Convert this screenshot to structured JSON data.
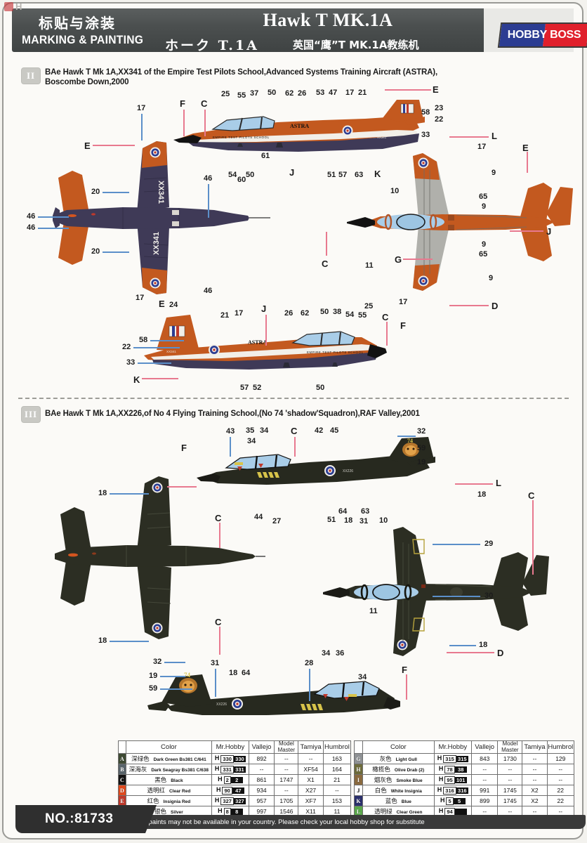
{
  "watermark": "HOBBY SEARCH",
  "header": {
    "cn_label": "标贴与涂装",
    "en_label": "MARKING & PAINTING",
    "title": "Hawk T MK.1A",
    "jp_title": "ホーク T.1A",
    "cn_title": "英国“鹰”T MK.1A教练机",
    "brand_left": "HOBBY",
    "brand_right": "BOSS"
  },
  "kit_number": "NO.:81733",
  "sections": [
    {
      "numeral": "II",
      "caption": "BAe Hawk T Mk 1A,XX341 of the Empire Test Pilots School,Advanced Systems Training Aircraft (ASTRA),\nBoscombe Down,2000",
      "markings": {
        "serial": "XX341",
        "nose_text": "EMPIRE TEST PILOTS SCHOOL",
        "fuselage_text": "ASTRA"
      },
      "callouts": [
        "17",
        "25",
        "55",
        "37",
        "50",
        "62",
        "26",
        "53",
        "47",
        "17",
        "21",
        "E",
        "58",
        "23",
        "22",
        "33",
        "F",
        "C",
        "61",
        "54",
        "60",
        "50",
        "J",
        "51",
        "57",
        "63",
        "K",
        "E",
        "20",
        "46",
        "46",
        "20",
        "46",
        "17",
        "E",
        "24",
        "L",
        "17",
        "E",
        "9",
        "10",
        "65",
        "9",
        "J",
        "C",
        "11",
        "G",
        "9",
        "65",
        "9",
        "D",
        "17",
        "21",
        "17",
        "J",
        "26",
        "62",
        "50",
        "38",
        "54",
        "55",
        "25",
        "C",
        "F",
        "58",
        "22",
        "33",
        "K",
        "57",
        "52",
        "50"
      ]
    },
    {
      "numeral": "III",
      "caption": "BAe Hawk T Mk 1A,XX226,of No 4 Flying Training School,(No 74 'shadow'Squadron),RAF Valley,2001",
      "markings": {
        "serial": "XX226",
        "tail_number": "74"
      },
      "callouts": [
        "43",
        "35",
        "34",
        "34",
        "C",
        "42",
        "45",
        "32",
        "59",
        "19",
        "F",
        "18",
        "44",
        "27",
        "51",
        "64",
        "18",
        "63",
        "31",
        "10",
        "L",
        "18",
        "C",
        "29",
        "30",
        "11",
        "18",
        "D",
        "18",
        "32",
        "19",
        "59",
        "31",
        "18",
        "64",
        "28",
        "34",
        "36",
        "34",
        "F",
        "C"
      ]
    }
  ],
  "paint_table": {
    "headers": [
      "Color",
      "Mr.Hobby",
      "Vallejo",
      "Model Master",
      "Tamiya",
      "Humbrol"
    ],
    "left_rows": [
      {
        "key": "A",
        "swatch": "#3e4a33",
        "cn": "深绿色",
        "en": "Dark Green Bs381 C/641",
        "mh_h": "H",
        "mh_box": "330",
        "mh_blk": "330",
        "vallejo": "892",
        "mm": "--",
        "tamiya": "--",
        "humbrol": "163"
      },
      {
        "key": "B",
        "swatch": "#59646b",
        "cn": "深海灰",
        "en": "Dark Seagray Bs381 C/638",
        "mh_h": "H",
        "mh_box": "331",
        "mh_blk": "331",
        "vallejo": "--",
        "mm": "--",
        "tamiya": "XF54",
        "humbrol": "164"
      },
      {
        "key": "C",
        "swatch": "#141414",
        "cn": "黑色",
        "en": "Black",
        "mh_h": "H",
        "mh_box": "2",
        "mh_blk": "2",
        "vallejo": "861",
        "mm": "1747",
        "tamiya": "X1",
        "humbrol": "21"
      },
      {
        "key": "D",
        "swatch": "#e04a1e",
        "cn": "透明红",
        "en": "Clear Red",
        "mh_h": "H",
        "mh_box": "90",
        "mh_blk": "47",
        "vallejo": "934",
        "mm": "--",
        "tamiya": "X27",
        "humbrol": "--"
      },
      {
        "key": "E",
        "swatch": "#c0392b",
        "cn": "红色",
        "en": "Insignia Red",
        "mh_h": "H",
        "mh_box": "327",
        "mh_blk": "327",
        "vallejo": "957",
        "mm": "1705",
        "tamiya": "XF7",
        "humbrol": "153"
      },
      {
        "key": "F",
        "swatch": "#c8cdd2",
        "cn": "银色",
        "en": "Silver",
        "mh_h": "H",
        "mh_box": "8",
        "mh_blk": "8",
        "vallejo": "997",
        "mm": "1546",
        "tamiya": "X11",
        "humbrol": "11"
      }
    ],
    "right_rows": [
      {
        "key": "G",
        "swatch": "#8e9194",
        "cn": "灰色",
        "en": "Light Gull",
        "mh_h": "H",
        "mh_box": "315",
        "mh_blk": "315",
        "vallejo": "843",
        "mm": "1730",
        "tamiya": "--",
        "humbrol": "129"
      },
      {
        "key": "H",
        "swatch": "#6d6b3a",
        "cn": "橄榄色",
        "en": "Olive Drab (2)",
        "mh_h": "H",
        "mh_box": "78",
        "mh_blk": "38",
        "vallejo": "--",
        "mm": "--",
        "tamiya": "--",
        "humbrol": "--"
      },
      {
        "key": "I",
        "swatch": "#8a6a3f",
        "cn": "烟灰色",
        "en": "Smoke Blue",
        "mh_h": "H",
        "mh_box": "95",
        "mh_blk": "101",
        "vallejo": "--",
        "mm": "--",
        "tamiya": "--",
        "humbrol": "--"
      },
      {
        "key": "J",
        "swatch": "#ffffff",
        "cn": "白色",
        "en": "White Insignia",
        "mh_h": "H",
        "mh_box": "316",
        "mh_blk": "316",
        "vallejo": "991",
        "mm": "1745",
        "tamiya": "X2",
        "humbrol": "22"
      },
      {
        "key": "K",
        "swatch": "#2a2f6b",
        "cn": "蓝色",
        "en": "Blue",
        "mh_h": "H",
        "mh_box": "5",
        "mh_blk": "5",
        "vallejo": "899",
        "mm": "1745",
        "tamiya": "X2",
        "humbrol": "22"
      },
      {
        "key": "L",
        "swatch": "#5aa84b",
        "cn": "透明绿",
        "en": "Clear Green",
        "mh_h": "H",
        "mh_box": "94",
        "mh_blk": "",
        "vallejo": "--",
        "mm": "--",
        "tamiya": "--",
        "humbrol": "--"
      }
    ],
    "note": "※Some paints may not be available in your country. Please check your local hobby shop for substitute"
  },
  "colors": {
    "orange": "#c3591f",
    "dark_blue": "#3f3a57",
    "black_green": "#27291f",
    "callout_blue": "#5b8fc9",
    "callout_pink": "#e8798f",
    "canopy_blue": "#a9cde8",
    "grey_wing": "#b0b0ab"
  }
}
